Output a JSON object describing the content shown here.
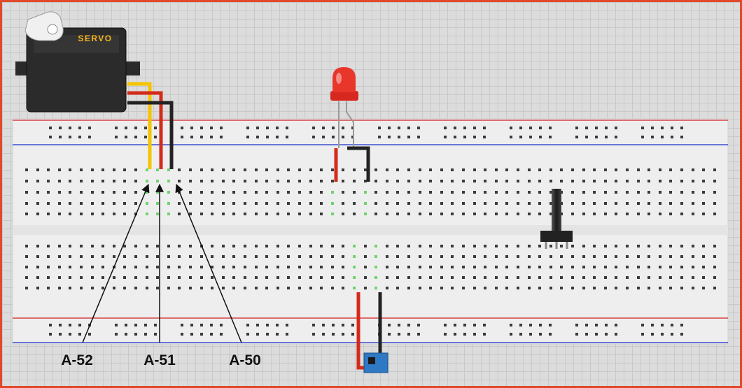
{
  "servo": {
    "label": "SERVO"
  },
  "pin_labels": [
    {
      "id": "a52",
      "text": "A-52"
    },
    {
      "id": "a51",
      "text": "A-51"
    },
    {
      "id": "a50",
      "text": "A-50"
    }
  ],
  "colors": {
    "border": "#e0492a",
    "signal_wire": "#f5c400",
    "power_wire": "#d42a1a",
    "ground_wire": "#222222",
    "led": "#e8362a",
    "rail_red": "#d84040",
    "rail_blue": "#3a4fd0"
  }
}
